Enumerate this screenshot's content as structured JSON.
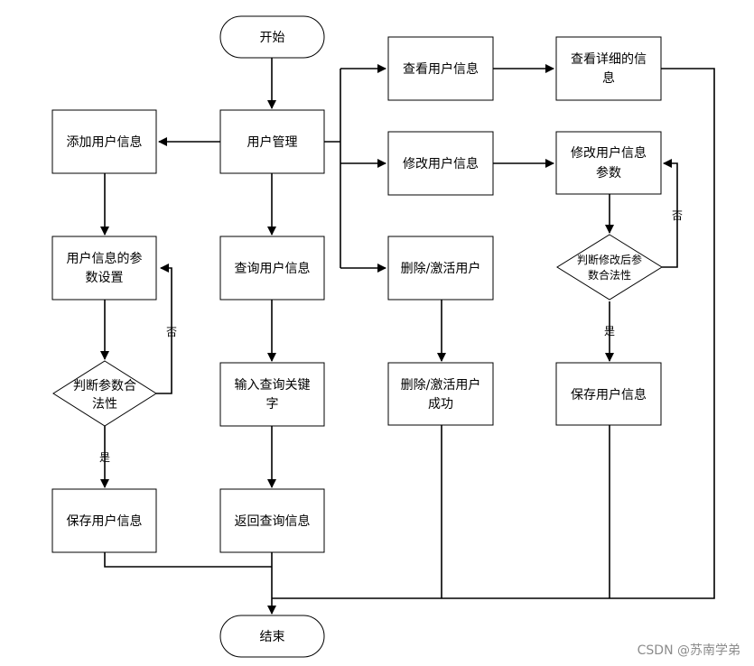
{
  "nodes": {
    "start": "开始",
    "end": "结束",
    "user_mgmt": "用户管理",
    "add_user": "添加用户信息",
    "param_setup": [
      "用户信息的参",
      "数设置"
    ],
    "judge_left": [
      "判断参数合",
      "法性"
    ],
    "save_left": "保存用户信息",
    "query_user": "查询用户信息",
    "input_keyword": [
      "输入查询关键",
      "字"
    ],
    "return_query": "返回查询信息",
    "view_user": "查看用户信息",
    "view_detail": [
      "查看详细的信",
      "息"
    ],
    "modify_user": "修改用户信息",
    "modify_params": [
      "修改用户信息",
      "参数"
    ],
    "judge_right": [
      "判断修改后参",
      "数合法性"
    ],
    "save_right": "保存用户信息",
    "delete_user": "删除/激活用户",
    "delete_success": [
      "删除/激活用户",
      "成功"
    ]
  },
  "edge_labels": {
    "yes_left": "是",
    "no_left": "否",
    "yes_right": "是",
    "no_right": "否"
  },
  "watermark": "CSDN @苏南学弟"
}
